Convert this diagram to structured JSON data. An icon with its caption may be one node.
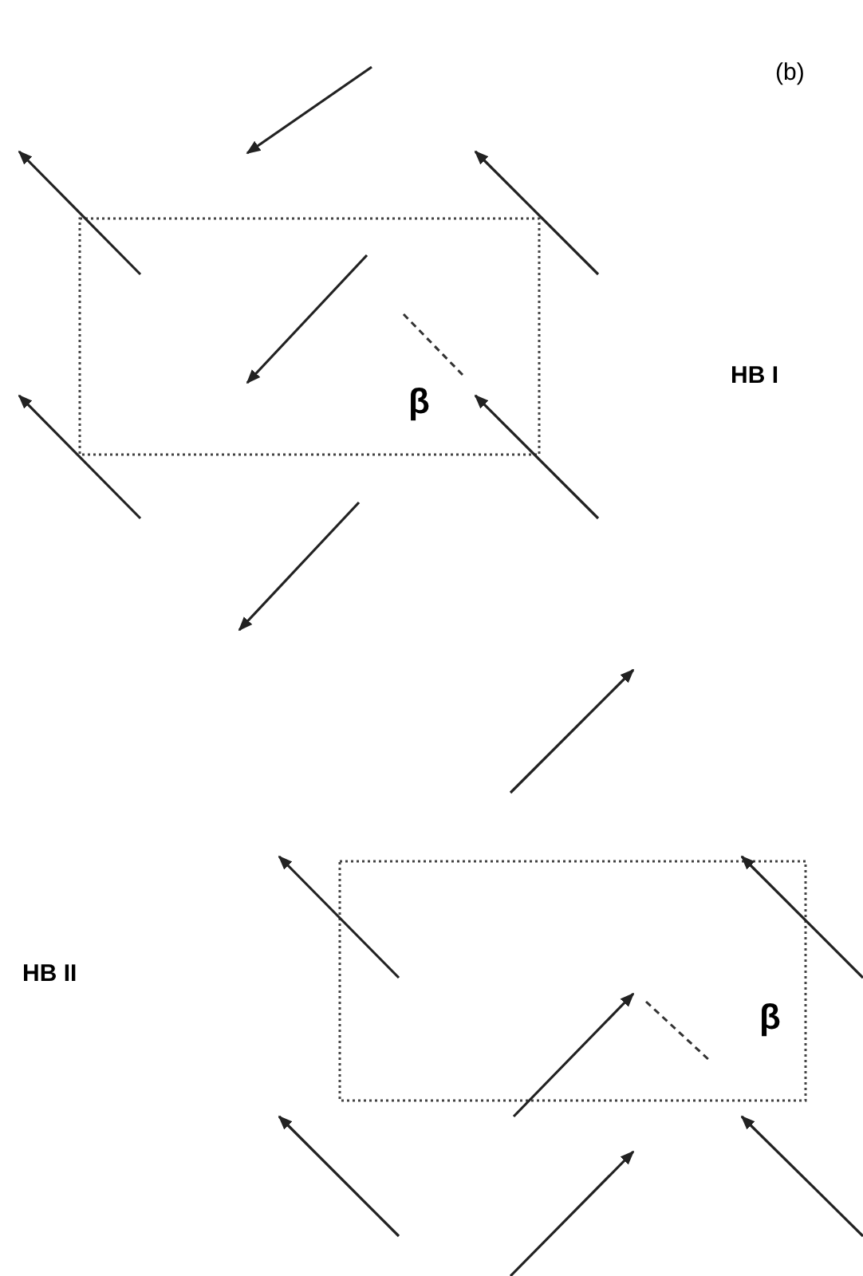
{
  "diagram": {
    "labels": [
      "(b)",
      "HB I",
      "β",
      "HB II",
      "β"
    ]
  }
}
